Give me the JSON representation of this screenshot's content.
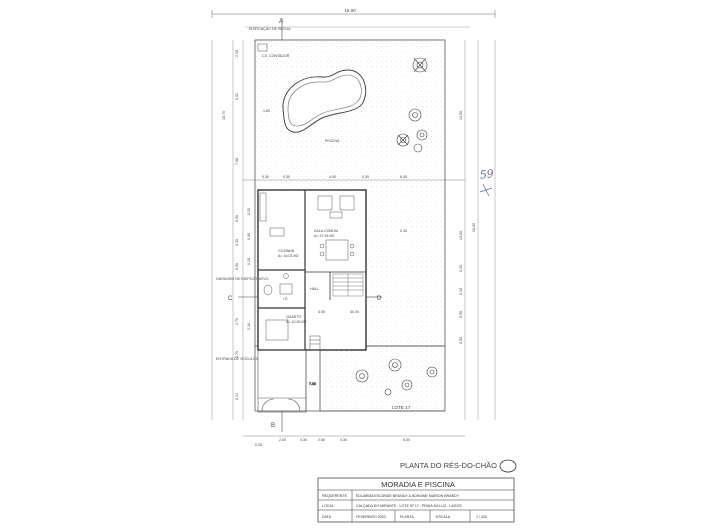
{
  "drawing": {
    "title": "PLANTA DO RÉS-DO-CHÃO",
    "lot_label": "LOTE 17",
    "handwritten_note": "59",
    "section_marks": {
      "a": "A",
      "b": "B",
      "c": "C",
      "d": "D"
    }
  },
  "top_labels": {
    "overall_width": "16.00",
    "frontage_note": "EDIFICAÇÃO DE RECUA"
  },
  "dimensions": {
    "left_col": [
      "2.39",
      "6.01",
      "10.70",
      "7.68",
      "0.60",
      "0.15",
      "0.60",
      "2.70",
      "1.70",
      "0.24"
    ],
    "left_col2": [
      "1.80",
      "0.15",
      "0.90",
      "0.15",
      "2.10"
    ],
    "right_col": [
      "13.50",
      "13.00",
      "0.15",
      "0.15",
      "0.65",
      "0.50"
    ],
    "right_col2": [
      "10.00"
    ],
    "mid_row": [
      "0.30",
      "0.30",
      "4.00",
      "0.30",
      "6.00"
    ],
    "bottom_row": [
      "0.30",
      "2.00",
      "0.30",
      "2.60",
      "0.30",
      "6.00"
    ],
    "interior": [
      "4.05",
      "40.00",
      "7.00",
      "0.30"
    ],
    "side_notes": [
      "GARAGEM DE EDIFÍCIO NOVO",
      "ENTRADA DE VEÍCULOS"
    ]
  },
  "rooms": {
    "garden_box": "CX. CONTADOR",
    "pool": "PISCINA",
    "kitchen_name": "COZINHA",
    "kitchen_area": "A= 16.03 M2",
    "living_name": "SALA COMUM",
    "living_area": "A= 37.55 M2",
    "wc_name": "I.S.",
    "hall_name": "HALL",
    "bedroom_name": "QUARTO",
    "bedroom_area": "A= 10.55 M2"
  },
  "cartouche": {
    "project_title": "MORADIA E PISCINA",
    "row1_label": "REQUERENTE",
    "row1_value": "EDUARDA ESCANDE BRANDY & ADRIANE MARION BRANDY",
    "row2_label": "LOCAL",
    "row2_value": "CALÇADA DO MIRANTE - LOTE Nº 17 - PRAIA DA LUZ - LAGOS",
    "row3_cells": [
      "DATA",
      "FEVEREIRO 2003",
      "PLANTA",
      "ESCALA",
      "1 / 100"
    ]
  }
}
